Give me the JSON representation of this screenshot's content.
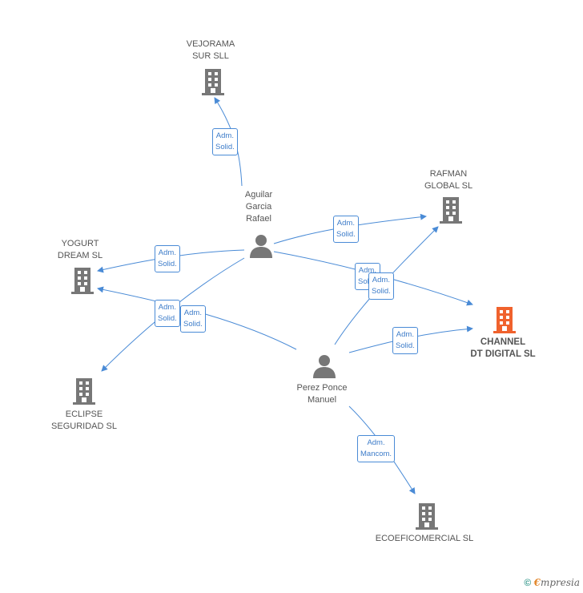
{
  "companies": {
    "vejorama": "VEJORAMA\nSUR SLL",
    "rafman": "RAFMAN\nGLOBAL SL",
    "yogurt": "YOGURT\nDREAM SL",
    "eclipse": "ECLIPSE\nSEGURIDAD SL",
    "channel": "CHANNEL\nDT DIGITAL SL",
    "ecoefi": "ECOEFICOMERCIAL SL"
  },
  "persons": {
    "aguilar": "Aguilar\nGarcia\nRafael",
    "perez": "Perez Ponce\nManuel"
  },
  "relations": {
    "adm_solid": "Adm.\nSolid.",
    "adm_mancom": "Adm.\nMancom."
  },
  "footer": {
    "copyright": "©",
    "brand_first": "€",
    "brand_rest": "mpresia"
  },
  "colors": {
    "edge": "#4a8bd6",
    "building": "#777777",
    "building_main": "#f0622d",
    "person": "#777777"
  }
}
